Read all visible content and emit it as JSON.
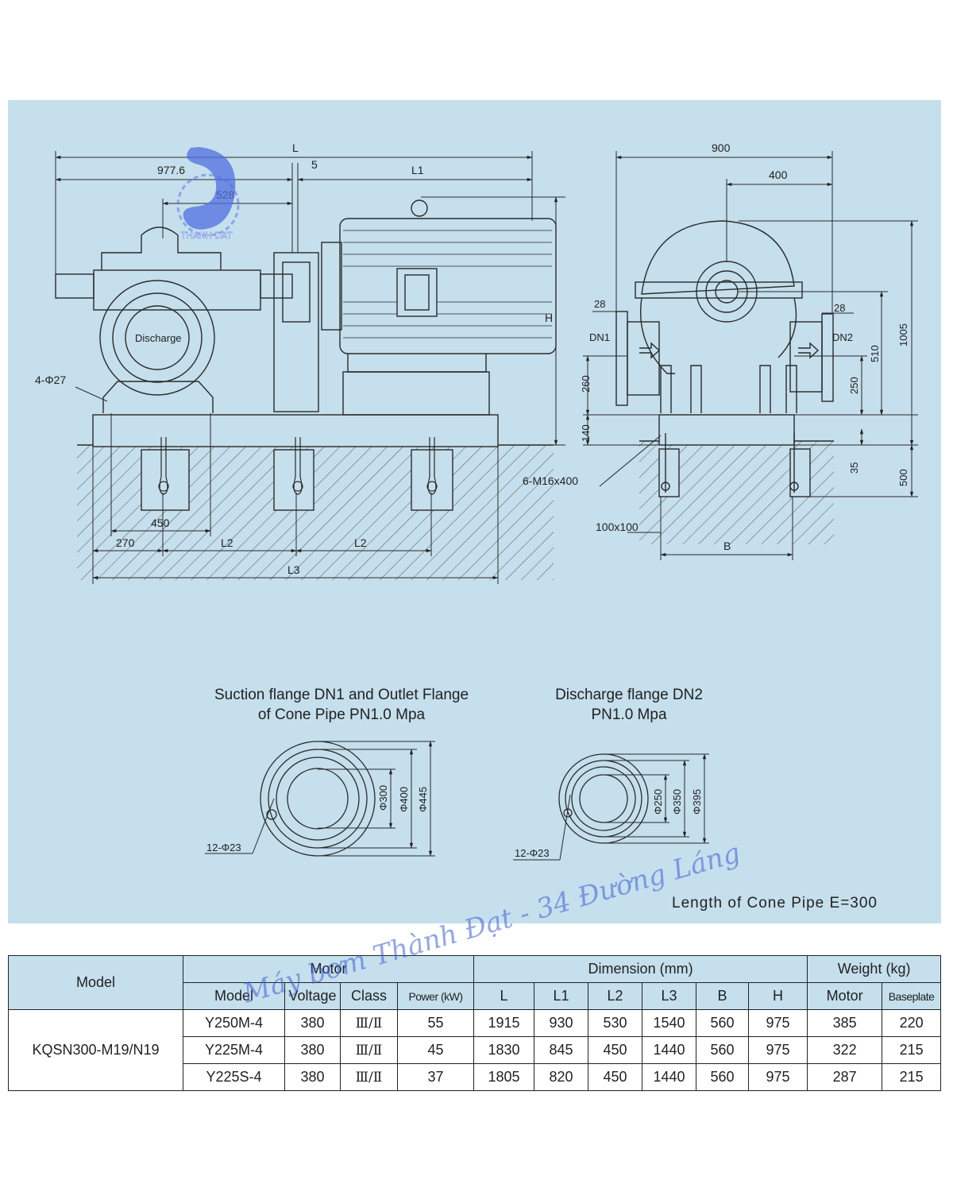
{
  "drawing": {
    "front_dims": {
      "L": "L",
      "L1": "L1",
      "d977": "977.6",
      "d5": "5",
      "d528": "528",
      "H": "H",
      "holes": "4-Φ27",
      "discharge": "Discharge",
      "d450": "450",
      "d270": "270",
      "L2a": "L2",
      "L2b": "L2",
      "L3": "L3"
    },
    "side_dims": {
      "d900": "900",
      "d400": "400",
      "d28a": "28",
      "d28b": "28",
      "DN1": "DN1",
      "DN2": "DN2",
      "d260": "260",
      "d250": "250",
      "d510": "510",
      "d1005": "1005",
      "d140": "140",
      "d35": "35",
      "d500": "500",
      "bolts": "6-M16x400",
      "d100": "100x100",
      "B": "B"
    },
    "flange1": {
      "title_line1": "Suction flange DN1 and Outlet Flange",
      "title_line2": "of Cone Pipe PN1.0 Mpa",
      "d_inner": "Φ300",
      "d_pcd": "Φ400",
      "d_outer": "Φ445",
      "holes": "12-Φ23"
    },
    "flange2": {
      "title_line1": "Discharge flange DN2",
      "title_line2": "PN1.0 Mpa",
      "d_inner": "Φ250",
      "d_pcd": "Φ350",
      "d_outer": "Φ395",
      "holes": "12-Φ23"
    },
    "cone_note": "Length of Cone Pipe E=300",
    "logo_text": "THANH DAT",
    "watermark": "Máy bơm Thành Đạt - 34 Đường Láng",
    "colors": {
      "panel": "#c5dfec",
      "line": "#2a2a2a",
      "watermark": "#3e5fd6"
    }
  },
  "table": {
    "headers": {
      "model": "Model",
      "motor": "Motor",
      "dimension": "Dimension (mm)",
      "weight": "Weight (kg)",
      "motor_model": "Model",
      "voltage": "Voltage",
      "class": "Class",
      "power": "Power (kW)",
      "L": "L",
      "L1": "L1",
      "L2": "L2",
      "L3": "L3",
      "B": "B",
      "H": "H",
      "w_motor": "Motor",
      "w_base": "Baseplate"
    },
    "pump_model": "KQSN300-M19/N19",
    "rows": [
      {
        "motor_model": "Y250M-4",
        "voltage": "380",
        "class": "Ⅲ/Ⅱ",
        "power": "55",
        "L": "1915",
        "L1": "930",
        "L2": "530",
        "L3": "1540",
        "B": "560",
        "H": "975",
        "w_motor": "385",
        "w_base": "220"
      },
      {
        "motor_model": "Y225M-4",
        "voltage": "380",
        "class": "Ⅲ/Ⅱ",
        "power": "45",
        "L": "1830",
        "L1": "845",
        "L2": "450",
        "L3": "1440",
        "B": "560",
        "H": "975",
        "w_motor": "322",
        "w_base": "215"
      },
      {
        "motor_model": "Y225S-4",
        "voltage": "380",
        "class": "Ⅲ/Ⅱ",
        "power": "37",
        "L": "1805",
        "L1": "820",
        "L2": "450",
        "L3": "1440",
        "B": "560",
        "H": "975",
        "w_motor": "287",
        "w_base": "215"
      }
    ]
  }
}
